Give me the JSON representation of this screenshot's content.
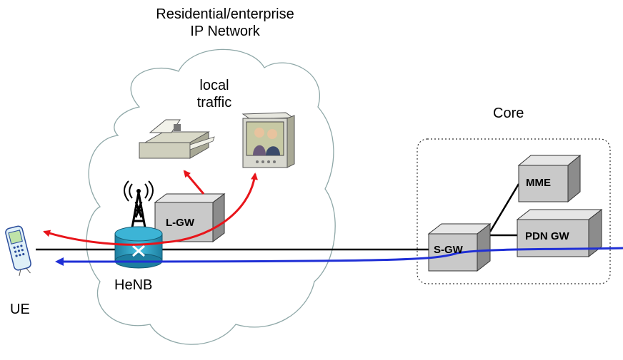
{
  "network": {
    "title_line1": "Residential/enterprise",
    "title_line2": "IP Network"
  },
  "local_traffic": {
    "line1": "local",
    "line2": "traffic"
  },
  "core": {
    "label": "Core"
  },
  "nodes": {
    "lgw": "L-GW",
    "henb": "HeNB",
    "ue": "UE",
    "sgw": "S-GW",
    "mme": "MME",
    "pdngw": "PDN GW"
  },
  "colors": {
    "local_flow": "#e8151b",
    "core_flow": "#1f2fd6",
    "link": "#000000",
    "box_front": "#c9c9c9",
    "box_side": "#8c8c8c",
    "box_top": "#e6e6e6",
    "cloud_stroke": "#8fa8a8",
    "henb_fill": "#2a9fc0"
  },
  "icons": [
    "fax-machine-icon",
    "video-monitor-icon",
    "radio-tower-icon",
    "router-icon",
    "mobile-phone-icon"
  ]
}
